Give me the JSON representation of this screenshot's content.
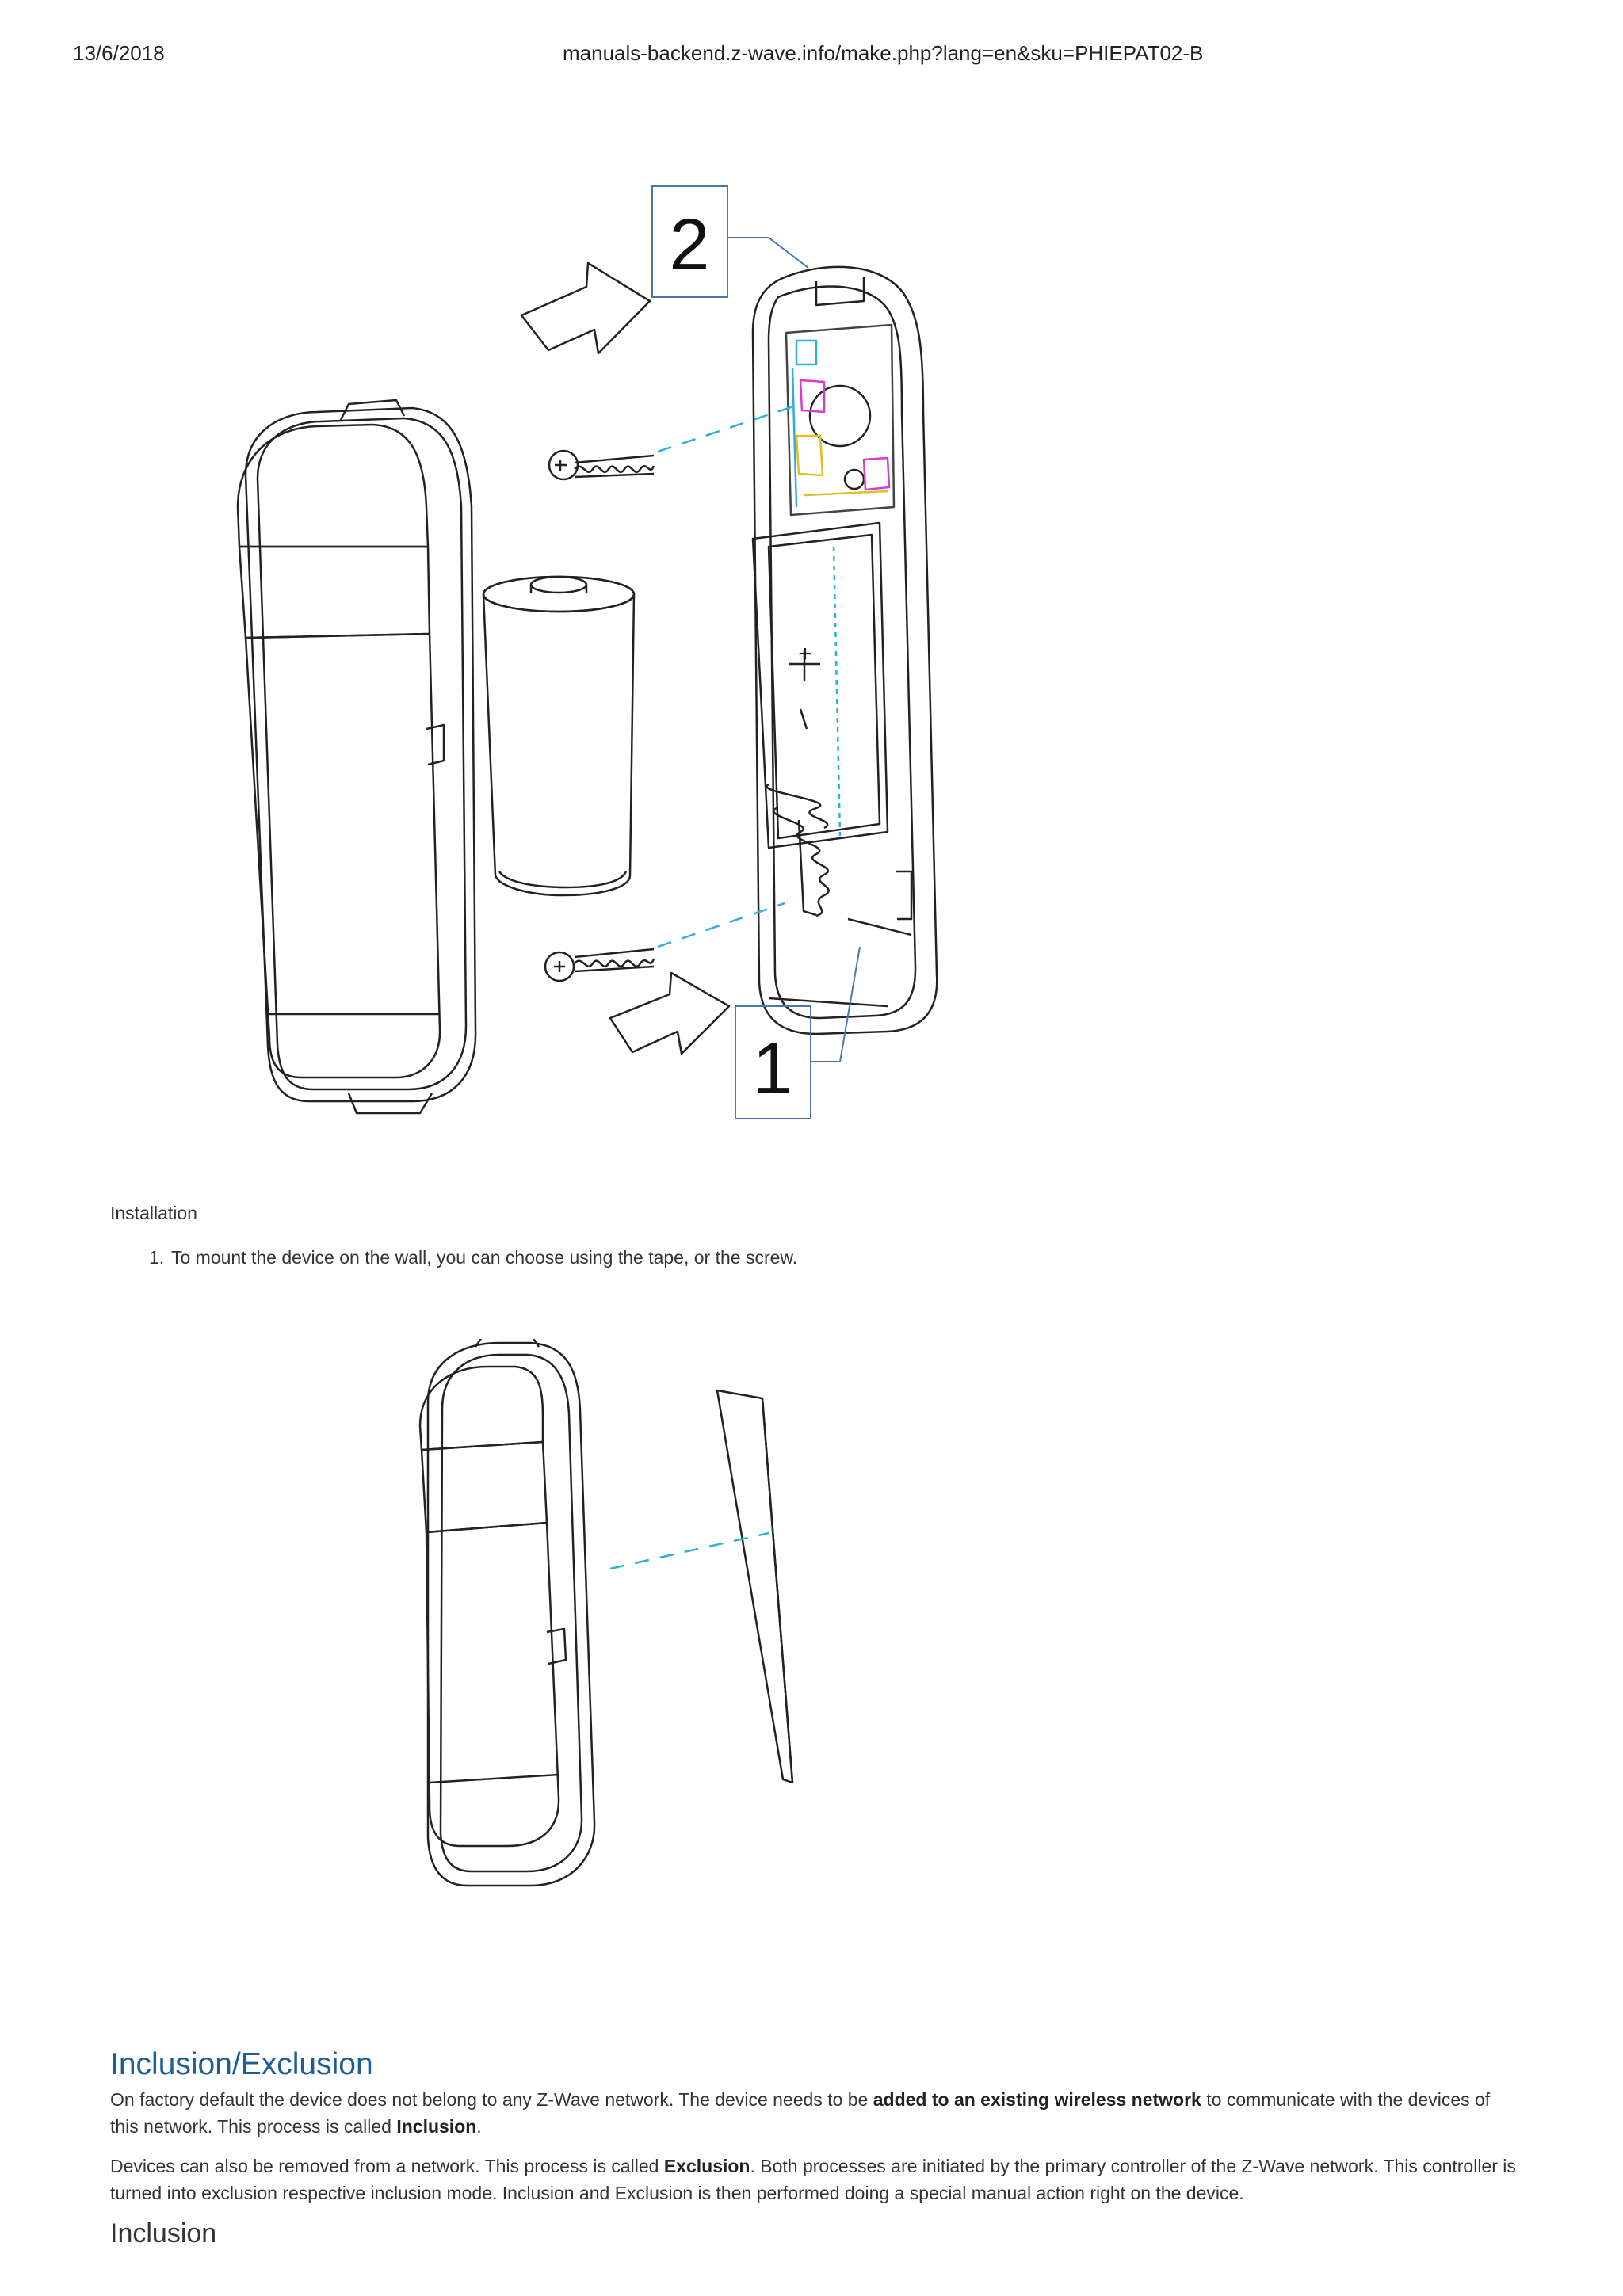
{
  "header": {
    "date": "13/6/2018",
    "url": "manuals-backend.z-wave.info/make.php?lang=en&sku=PHIEPAT02-B"
  },
  "figure1": {
    "callout_top": "2",
    "callout_bottom": "1",
    "battery_plus": "+",
    "battery_minus": "–"
  },
  "installation": {
    "caption": "Installation",
    "steps": [
      {
        "num": "1.",
        "text": "To mount the device on the wall, you can choose using the tape, or the screw."
      }
    ]
  },
  "inclusion_exclusion": {
    "title": "Inclusion/Exclusion",
    "p1_a": "On factory default the device does not belong to any Z-Wave network. The device needs to be ",
    "p1_b": "added to an existing wireless network",
    "p1_c": " to communicate with the devices of this network. This process is called ",
    "p1_d": "Inclusion",
    "p1_e": ".",
    "p2_a": "Devices can also be removed from a network. This process is called ",
    "p2_b": "Exclusion",
    "p2_c": ". Both processes are initiated by the primary controller of the Z-Wave network. This controller is turned into exclusion respective inclusion mode. Inclusion and Exclusion is then performed doing a special manual action right on the device.",
    "subheading": "Inclusion"
  }
}
